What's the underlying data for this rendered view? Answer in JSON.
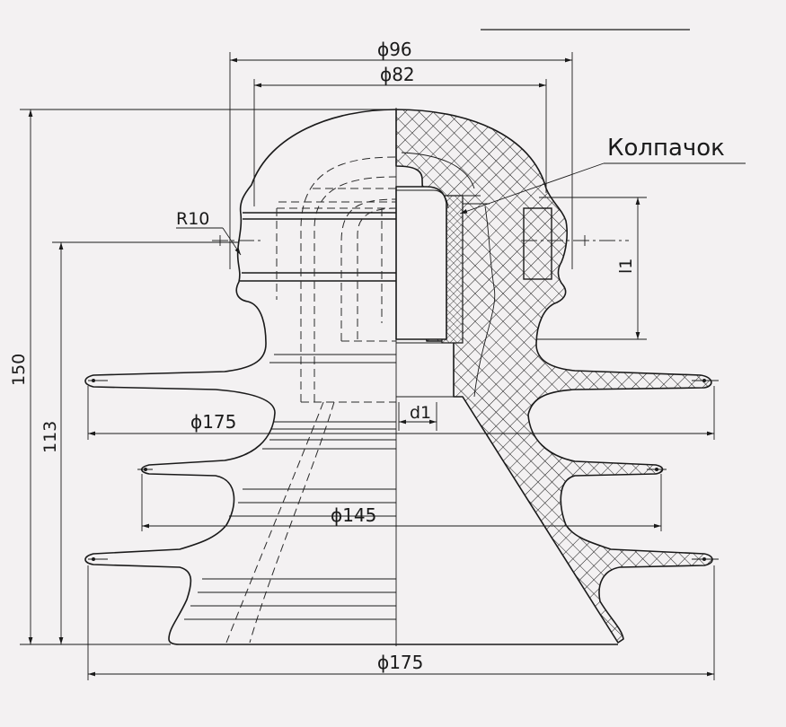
{
  "labels": {
    "d96": "ϕ96",
    "d82": "ϕ82",
    "cap_label": "Колпачок",
    "r10": "R10",
    "l1": "l1",
    "h150": "150",
    "h113": "113",
    "d175_upper": "ϕ175",
    "d1": "d1",
    "d145": "ϕ145",
    "d175_lower": "ϕ175"
  },
  "colors": {
    "line": "#1a1a1a",
    "paper": "#f3f1f2"
  }
}
